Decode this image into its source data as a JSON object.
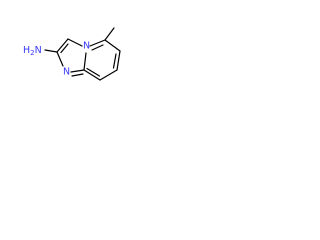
{
  "molecule": {
    "atom_colors": {
      "carbon": "#000000",
      "nitrogen": "#3a3aff"
    },
    "labels": {
      "amine": "H2N",
      "amine_h": "H",
      "amine_sub": "2",
      "amine_n": "N",
      "imidazole_n": "N",
      "bridge_n": "N"
    }
  }
}
